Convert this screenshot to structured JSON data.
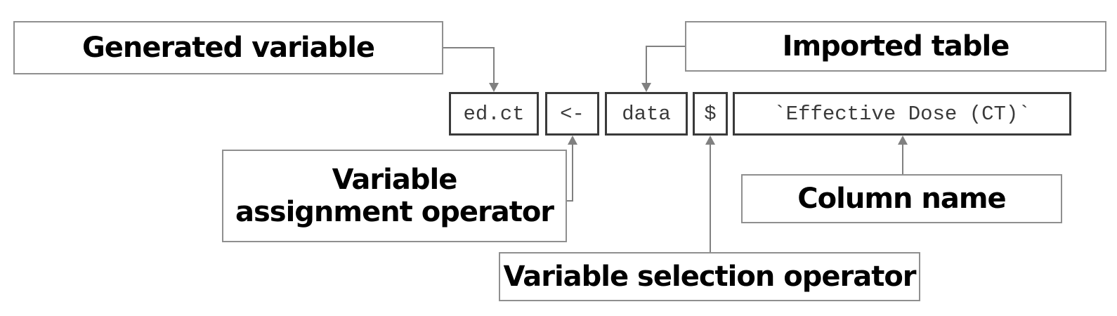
{
  "code_tokens": {
    "generated_variable": "ed.ct",
    "assignment_operator": "<-",
    "table": "data",
    "selection_operator": "$",
    "column": "`Effective Dose (CT)`"
  },
  "labels": {
    "generated_variable": "Generated variable",
    "imported_table": "Imported table",
    "assignment_operator": "Variable\nassignment operator",
    "column_name": "Column name",
    "selection_operator": "Variable selection operator"
  }
}
